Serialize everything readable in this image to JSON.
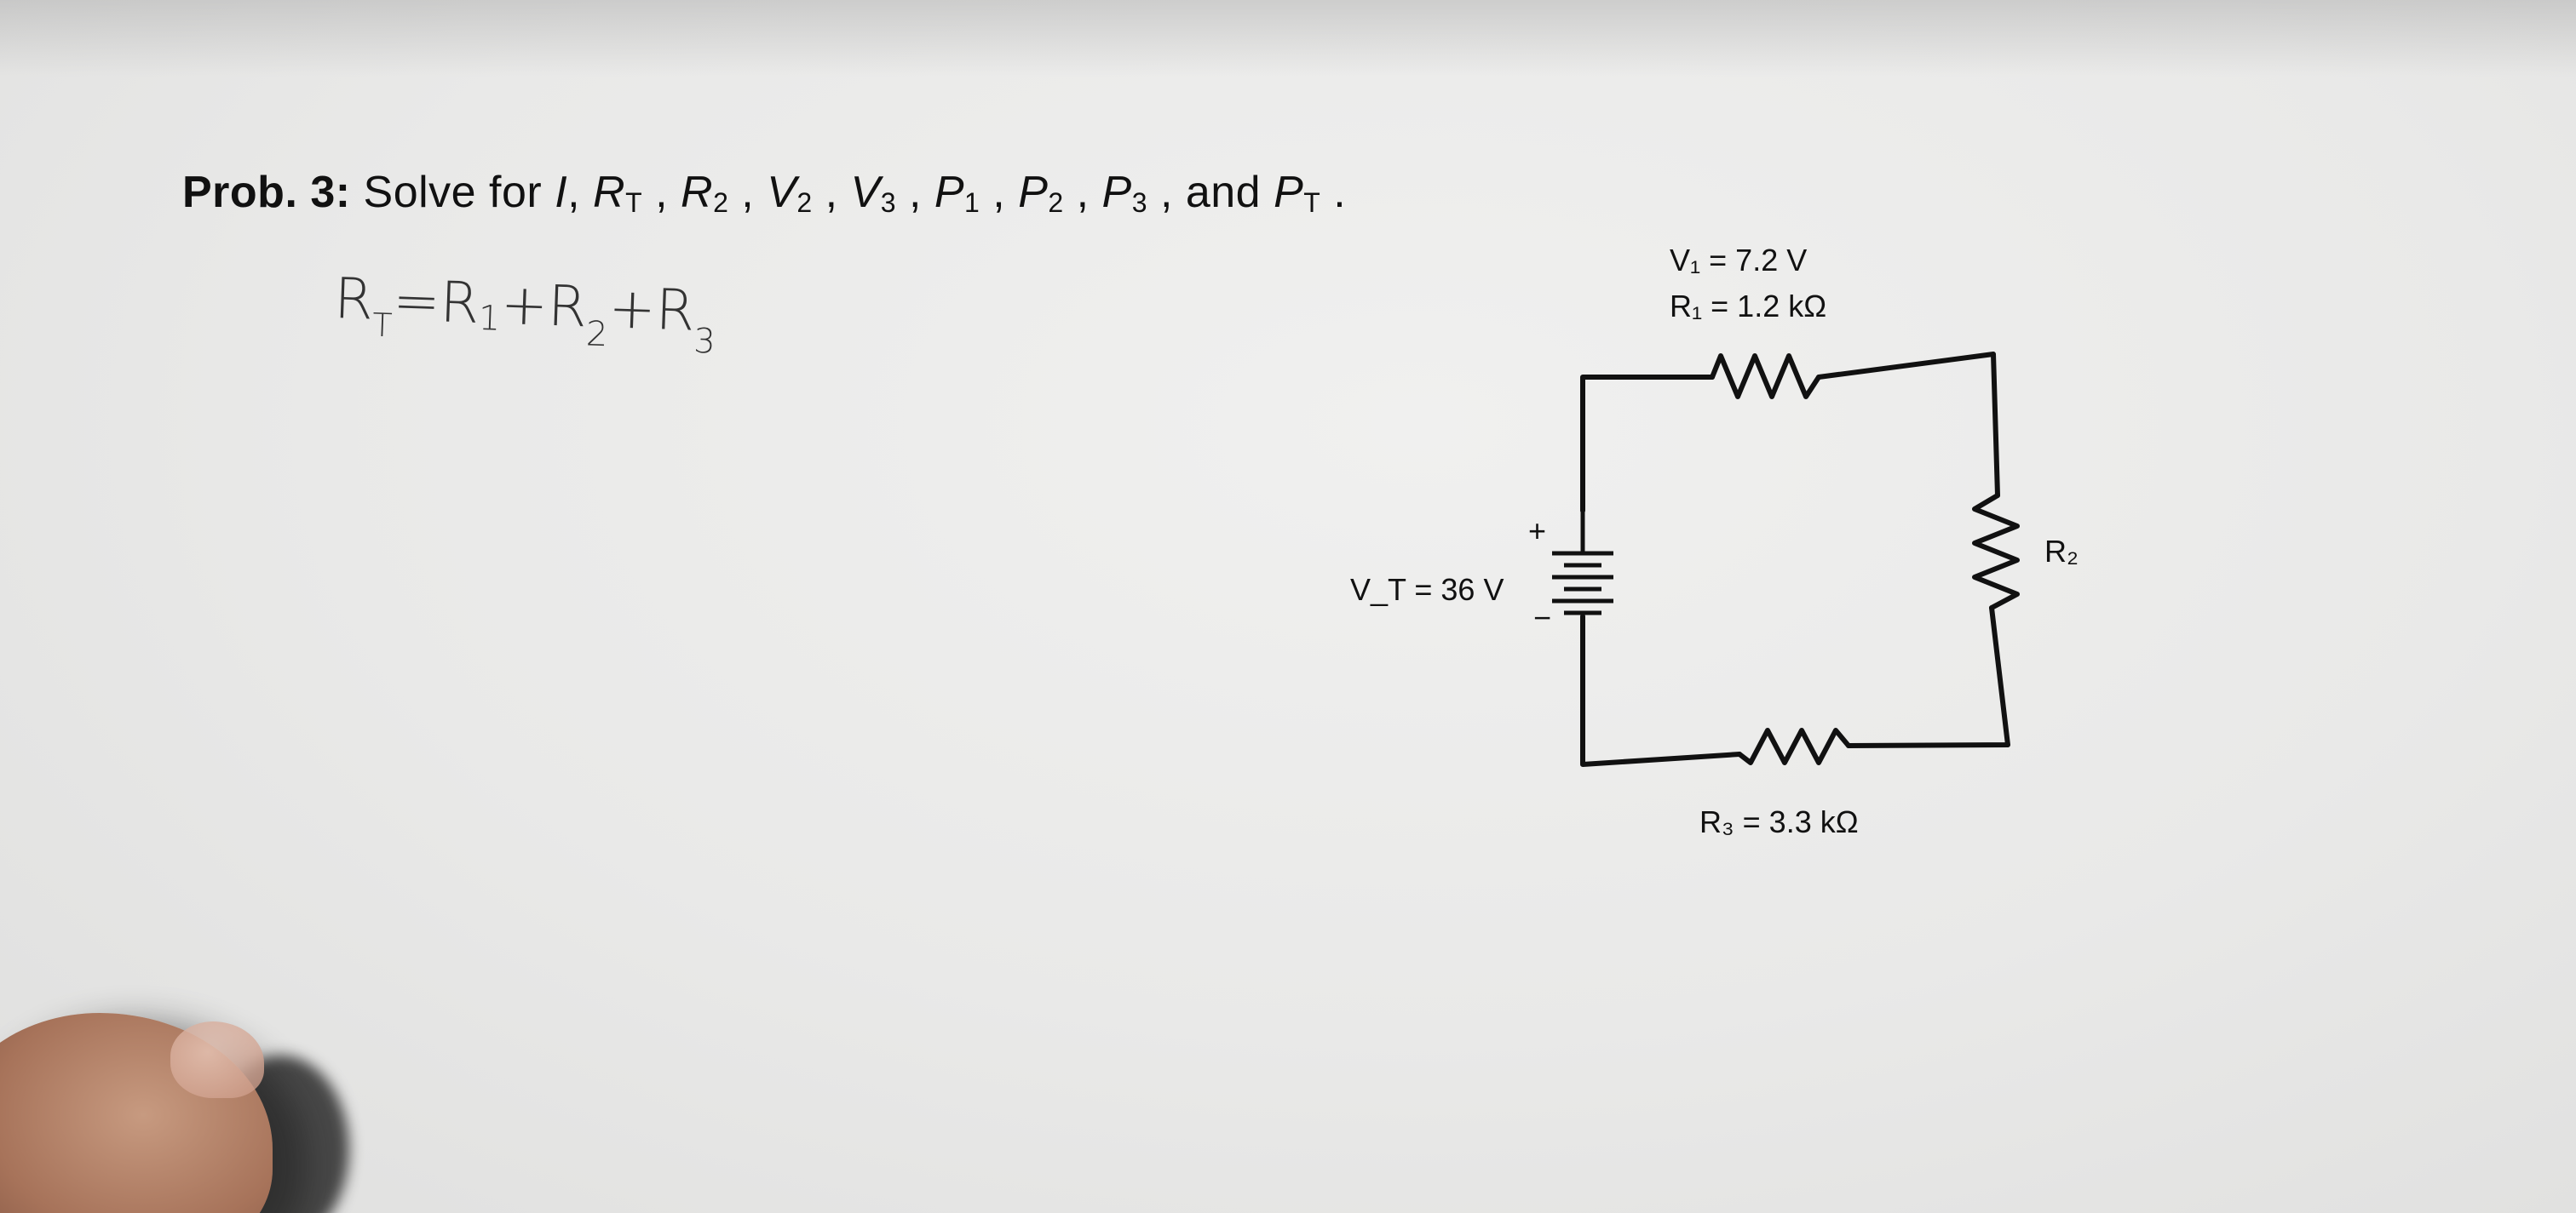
{
  "problem": {
    "label": "Prob. 3:",
    "solve_for_text": " Solve for ",
    "vars": [
      {
        "sym": "I",
        "sub": ""
      },
      {
        "sym": "R",
        "sub": "T"
      },
      {
        "sym": "R",
        "sub": "2"
      },
      {
        "sym": "V",
        "sub": "2"
      },
      {
        "sym": "V",
        "sub": "3"
      },
      {
        "sym": "P",
        "sub": "1"
      },
      {
        "sym": "P",
        "sub": "2"
      },
      {
        "sym": "P",
        "sub": "3"
      }
    ],
    "and_text": "and",
    "last_var": {
      "sym": "P",
      "sub": "T"
    },
    "end": "."
  },
  "handwriting": {
    "text": "RT= R1 + R2 + R3",
    "parts": [
      "R",
      "T",
      "= ",
      "R",
      "1",
      " + ",
      "R",
      "2",
      " + ",
      "R",
      "3"
    ]
  },
  "circuit": {
    "v1_label": "V₁ = 7.2 V",
    "r1_label": "R₁ = 1.2 kΩ",
    "r2_label": "R₂",
    "r3_label": "R₃ = 3.3 kΩ",
    "vt_label": "V_T = 36 V",
    "plus": "+",
    "minus": "−"
  },
  "colors": {
    "ink": "#111111",
    "pencil": "#333333",
    "paper": "#ececeb"
  }
}
